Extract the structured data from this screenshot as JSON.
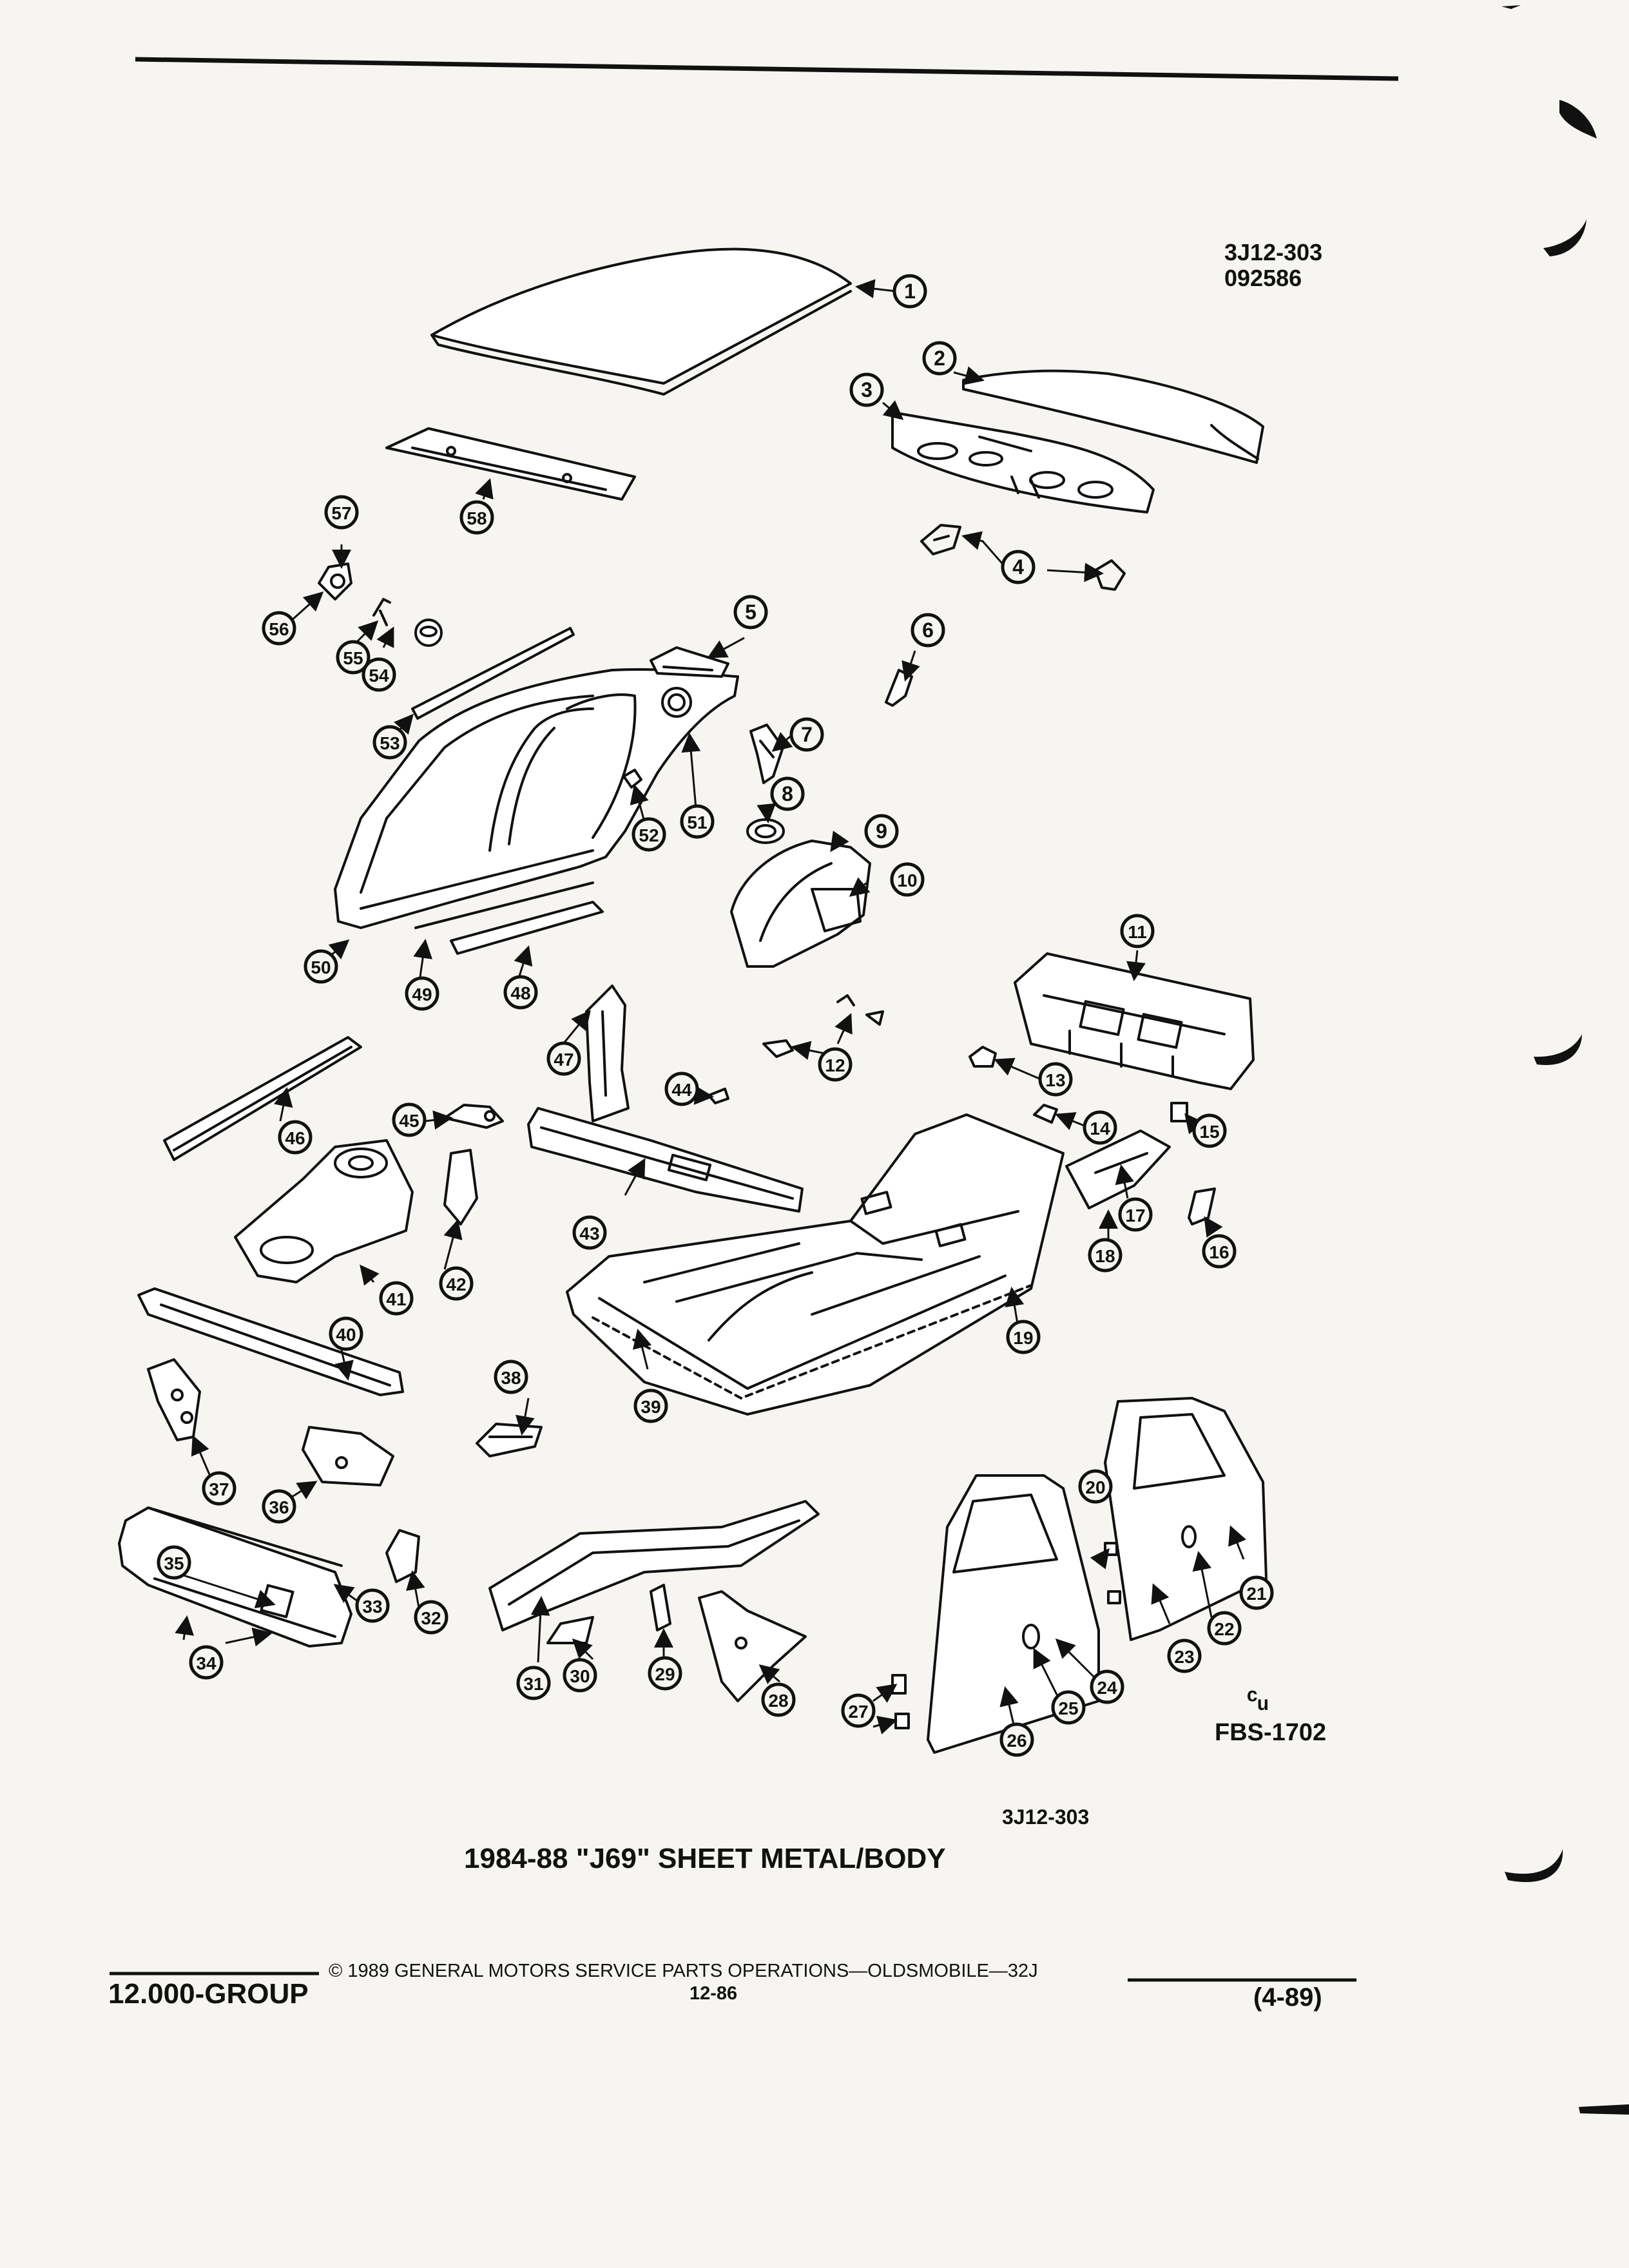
{
  "header": {
    "drawing_code": "3J12-303",
    "drawing_date": "092586"
  },
  "figure": {
    "code": "3J12-303",
    "title": "1984-88 \"J69\" SHEET METAL/BODY",
    "logo_mark": "ᶜᵤ",
    "ref": "FBS-1702"
  },
  "callouts": [
    "1",
    "2",
    "3",
    "4",
    "5",
    "6",
    "7",
    "8",
    "9",
    "10",
    "11",
    "12",
    "13",
    "14",
    "15",
    "16",
    "17",
    "18",
    "19",
    "20",
    "21",
    "22",
    "23",
    "24",
    "25",
    "26",
    "27",
    "28",
    "29",
    "30",
    "31",
    "32",
    "33",
    "34",
    "35",
    "36",
    "37",
    "38",
    "39",
    "40",
    "41",
    "42",
    "43",
    "44",
    "45",
    "46",
    "47",
    "48",
    "49",
    "50",
    "51",
    "52",
    "53",
    "54",
    "55",
    "56",
    "57",
    "58"
  ],
  "footer": {
    "group": "12.000-GROUP",
    "copyright": "© 1989 GENERAL MOTORS SERVICE PARTS OPERATIONS—OLDSMOBILE—32J",
    "page": "12-86",
    "date": "(4-89)"
  },
  "colors": {
    "ink": "#111111",
    "paper": "#f6f5f1"
  }
}
